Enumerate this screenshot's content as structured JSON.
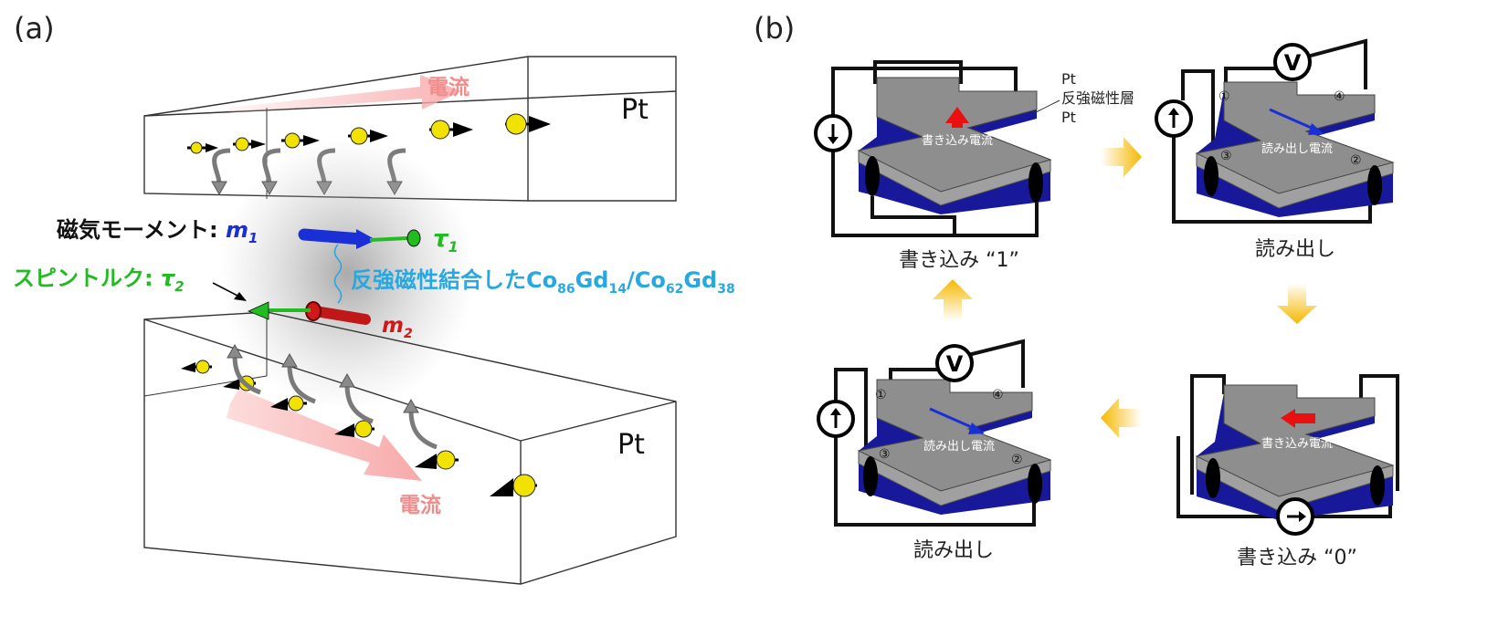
{
  "panel_a": {
    "label": "(a)",
    "pt_top": "Pt",
    "pt_bottom": "Pt",
    "current_top": "電流",
    "current_bottom": "電流",
    "moment_label": "磁気モーメント: ",
    "m1_main": "m",
    "m1_sub": "1",
    "torque_label": "スピントルク: ",
    "tau2_main": "τ",
    "tau2_sub": "2",
    "tau1_main": "τ",
    "tau1_sub": "1",
    "m2_main": "m",
    "m2_sub": "2",
    "coupling_prefix": "反強磁性結合した",
    "co": "Co",
    "co86": "86",
    "gd": "Gd",
    "gd14": "14",
    "slash": "/",
    "co62": "62",
    "gd38": "38"
  },
  "panel_b": {
    "label": "(b)",
    "layer_top": "Pt",
    "layer_mid": "反強磁性層",
    "layer_bottom": "Pt",
    "voltmeter": "V",
    "write_current": "書き込み電流",
    "read_current": "読み出し電流",
    "t1": "①",
    "t2": "②",
    "t3": "③",
    "t4": "④",
    "caption_write1": "書き込み “1”",
    "caption_read_tr": "読み出し",
    "caption_write0": "書き込み “0”",
    "caption_read_bl": "読み出し"
  },
  "colors": {
    "current_arrow": "#f8a9a9",
    "moment_m1": "#1a2fd6",
    "moment_m2": "#d01818",
    "torque": "#22bb22",
    "coupling": "#29a8e0",
    "substrate_blue": "#17189a",
    "cross_gray": "#9a9a9a",
    "flow_arrow": "#f5b800",
    "spin_yellow": "#f2e200"
  }
}
